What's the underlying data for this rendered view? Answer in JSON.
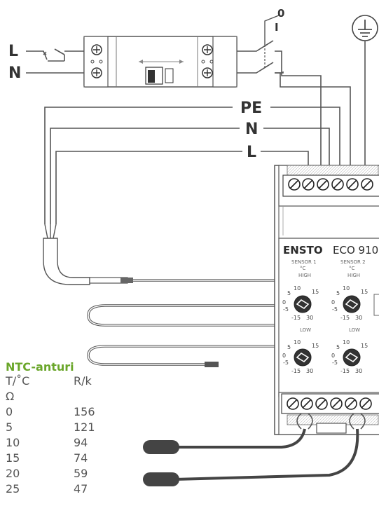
{
  "wiring": {
    "supply_l": "L",
    "supply_n": "N",
    "switch_label": "0",
    "switch_label_on": "I",
    "bus_pe": "PE",
    "bus_n": "N",
    "bus_l": "L"
  },
  "device": {
    "brand": "ENSTO",
    "model": "ECO 910",
    "sensor1_label": "SENSOR 1",
    "sensor2_label": "SENSOR 2",
    "unit": "°C",
    "high_label": "HIGH",
    "low_label": "LOW",
    "dial_high_scale": [
      "-15",
      "-5",
      "0",
      "5",
      "10",
      "15",
      "30"
    ],
    "dial_low_scale": [
      "-15",
      "-5",
      "0",
      "5",
      "10",
      "15",
      "30"
    ]
  },
  "ntc_table": {
    "title": "NTC-anturi",
    "col_temp": "T/˚C",
    "col_res": "R/k",
    "col_res_unit": "Ω",
    "rows": [
      {
        "t": "0",
        "r": "156"
      },
      {
        "t": "5",
        "r": "121"
      },
      {
        "t": "10",
        "r": "94"
      },
      {
        "t": "15",
        "r": "74"
      },
      {
        "t": "20",
        "r": "59"
      },
      {
        "t": "25",
        "r": "47"
      }
    ]
  }
}
